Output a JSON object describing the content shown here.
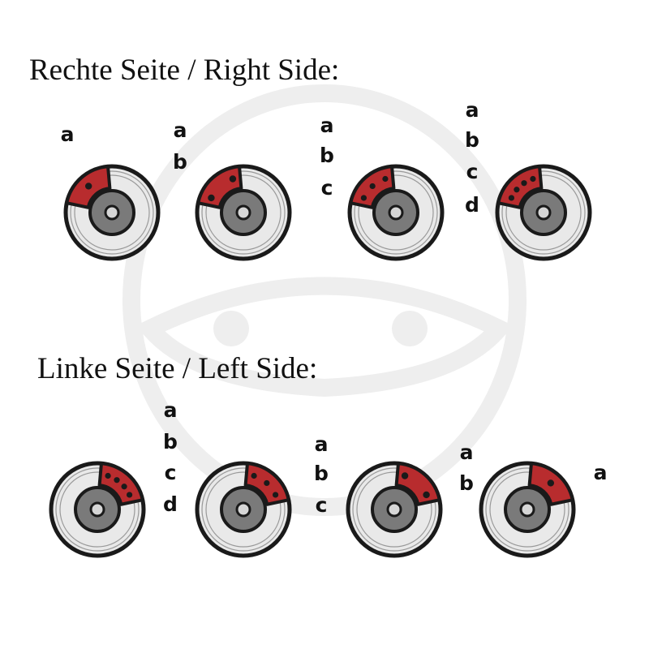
{
  "headings": {
    "right_side": "Rechte Seite / Right Side:",
    "left_side": "Linke Seite / Left Side:"
  },
  "colors": {
    "caliper": "#b82c2e",
    "rotor": "#e9e9e9",
    "hub": "#7a7a7a",
    "outline": "#1a1a1a",
    "watermark": "#eeeeee"
  },
  "right_side": [
    {
      "pistons": 1,
      "labels": [
        "a"
      ]
    },
    {
      "pistons": 2,
      "labels": [
        "a",
        "b"
      ]
    },
    {
      "pistons": 3,
      "labels": [
        "a",
        "b",
        "c"
      ]
    },
    {
      "pistons": 4,
      "labels": [
        "a",
        "b",
        "c",
        "d"
      ]
    }
  ],
  "left_side": [
    {
      "pistons": 4,
      "labels": [
        "a",
        "b",
        "c",
        "d"
      ]
    },
    {
      "pistons": 3,
      "labels": [
        "a",
        "b",
        "c"
      ]
    },
    {
      "pistons": 2,
      "labels": [
        "a",
        "b"
      ]
    },
    {
      "pistons": 1,
      "labels": [
        "a"
      ]
    }
  ]
}
